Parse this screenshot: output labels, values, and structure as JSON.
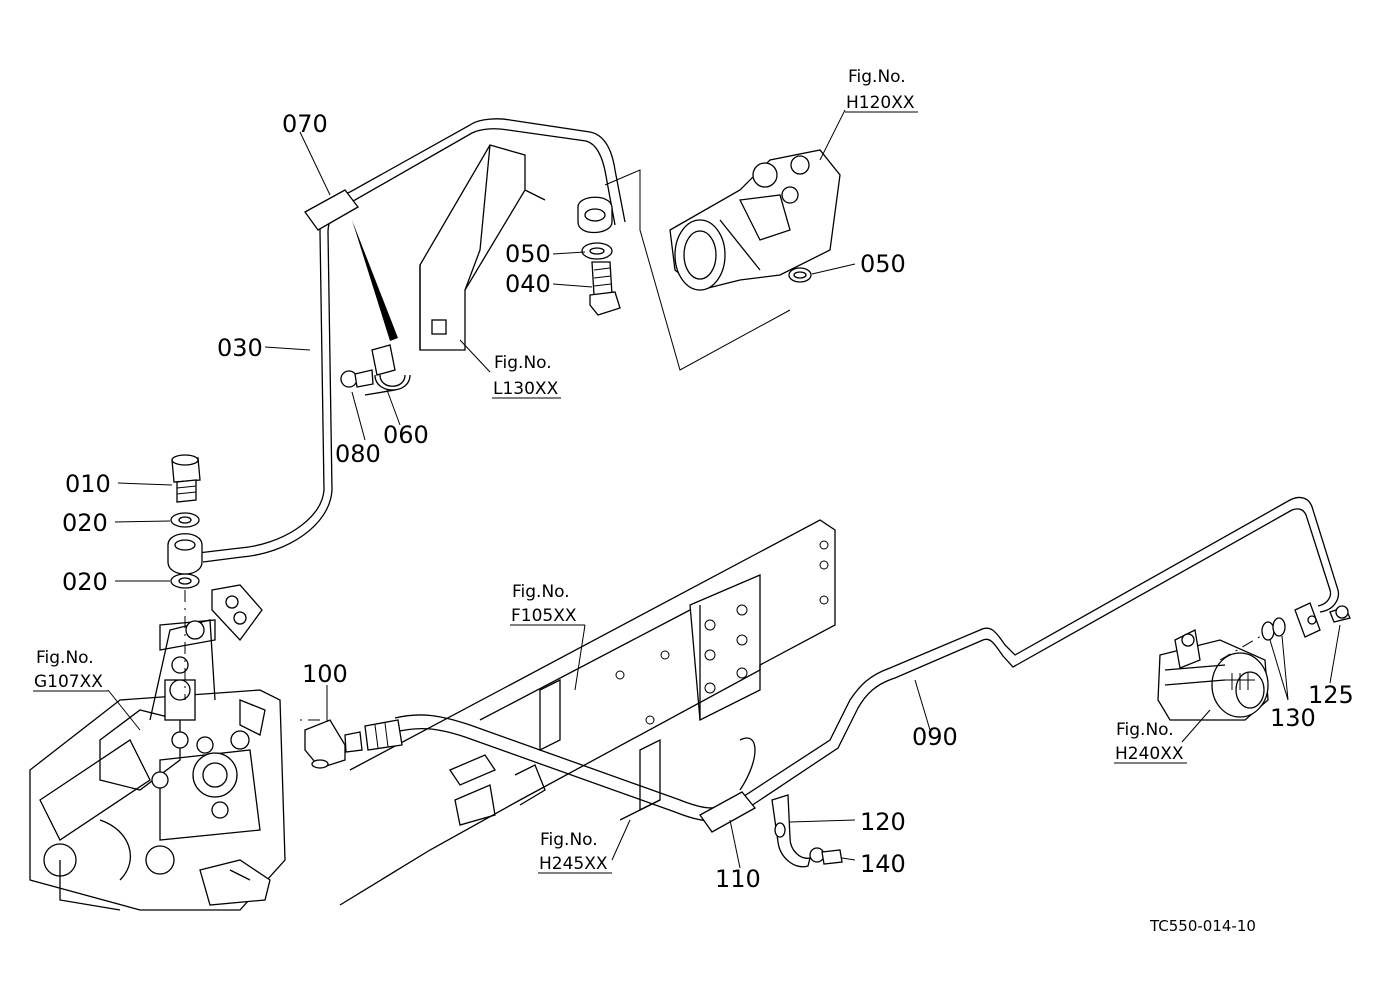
{
  "callouts": {
    "p010": "010",
    "p020a": "020",
    "p020b": "020",
    "p030": "030",
    "p040": "040",
    "p050a": "050",
    "p050b": "050",
    "p060": "060",
    "p070": "070",
    "p080": "080",
    "p090": "090",
    "p100": "100",
    "p110": "110",
    "p120": "120",
    "p125": "125",
    "p130": "130",
    "p140": "140"
  },
  "figure_refs": {
    "h120": {
      "label": "Fig.No.",
      "code": "H120XX"
    },
    "l130": {
      "label": "Fig.No.",
      "code": "L130XX"
    },
    "g107": {
      "label": "Fig.No.",
      "code": "G107XX"
    },
    "f105": {
      "label": "Fig.No.",
      "code": "F105XX"
    },
    "h245": {
      "label": "Fig.No.",
      "code": "H245XX"
    },
    "h240": {
      "label": "Fig.No.",
      "code": "H240XX"
    }
  },
  "drawing_code": "TC550-014-10"
}
